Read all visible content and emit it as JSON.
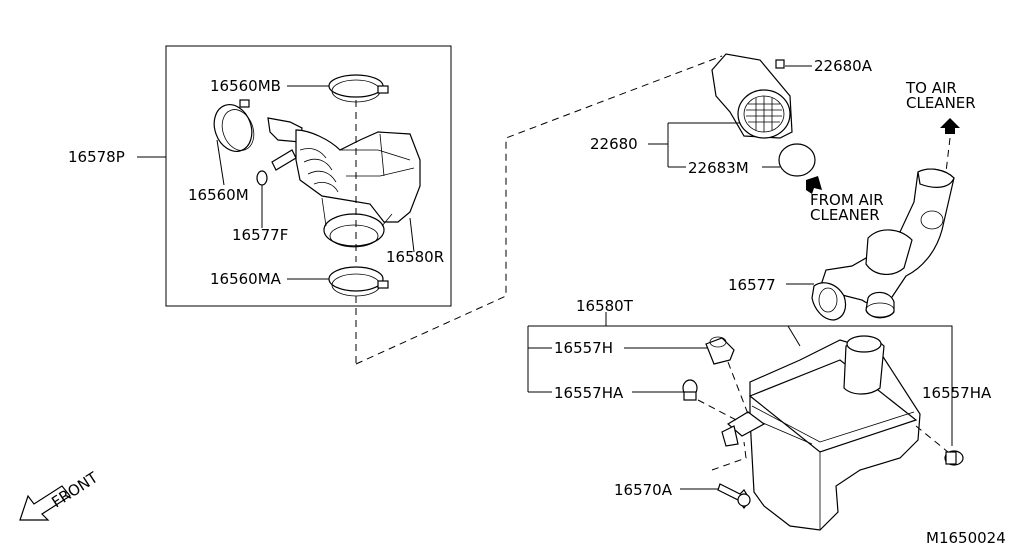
{
  "labels": {
    "p16578P": "16578P",
    "p16560MB": "16560MB",
    "p16560M": "16560M",
    "p16577F": "16577F",
    "p16580R": "16580R",
    "p16560MA": "16560MA",
    "p22680A": "22680A",
    "p22680": "22680",
    "p22683M": "22683M",
    "to_air_1": "TO AIR",
    "to_air_2": "CLEANER",
    "from_air_1": "FROM AIR",
    "from_air_2": "CLEANER",
    "p16577": "16577",
    "p16580T": "16580T",
    "p16557H": "16557H",
    "p16557HA_left": "16557HA",
    "p16557HA_right": "16557HA",
    "p16570A": "16570A",
    "front": "FRONT",
    "diagram_code": "M1650024"
  }
}
